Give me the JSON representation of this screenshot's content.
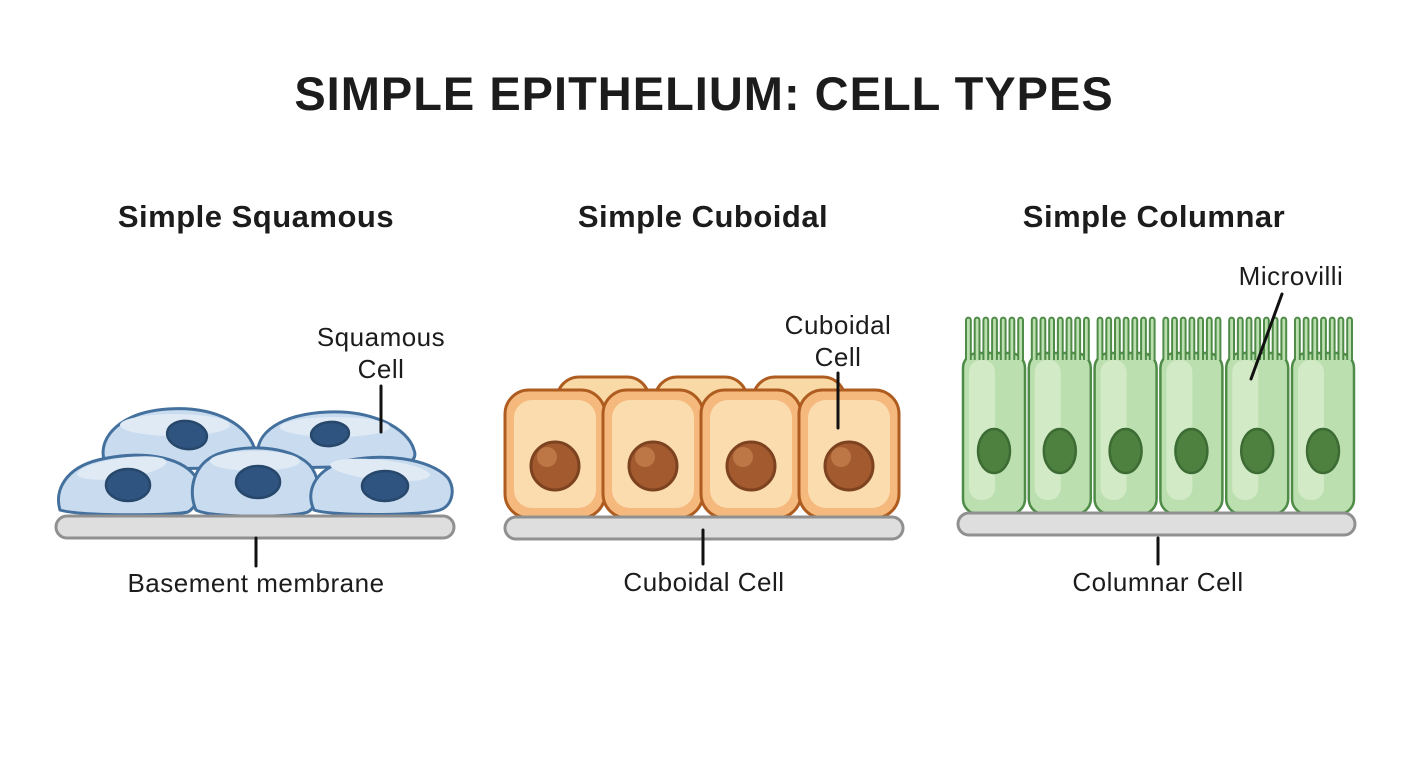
{
  "title": "SIMPLE EPITHELIUM: CELL TYPES",
  "panels": {
    "squamous": {
      "heading": "Simple Squamous",
      "cell_label_line1": "Squamous",
      "cell_label_line2": "Cell",
      "bottom_label": "Basement membrane"
    },
    "cuboidal": {
      "heading": "Simple Cuboidal",
      "cell_label_line1": "Cuboidal",
      "cell_label_line2": "Cell",
      "bottom_label": "Cuboidal Cell"
    },
    "columnar": {
      "heading": "Simple Columnar",
      "top_label": "Microvilli",
      "bottom_label": "Columnar Cell"
    }
  },
  "colors": {
    "text": "#1c1c1c",
    "leader_line": "#111111",
    "membrane_fill": "#dedede",
    "membrane_stroke": "#909090",
    "squamous_fill": "#c9dcef",
    "squamous_highlight": "#e0eaf5",
    "squamous_stroke": "#44709e",
    "squamous_nucleus": "#2f5480",
    "squamous_nucleus_stroke": "#27476b",
    "cuboidal_outer": "#f5b97e",
    "cuboidal_inner": "#fbdcae",
    "cuboidal_back": "#f9d9a6",
    "cuboidal_stroke": "#ae5c1f",
    "cuboidal_nucleus": "#a25a2e",
    "cuboidal_nucleus_highlight": "#bd7747",
    "cuboidal_nucleus_stroke": "#7d4220",
    "columnar_fill": "#bcdfaf",
    "columnar_highlight": "#d2eac6",
    "columnar_stroke": "#4e8c48",
    "columnar_nucleus": "#4e8040",
    "columnar_nucleus_stroke": "#3c6b33"
  }
}
